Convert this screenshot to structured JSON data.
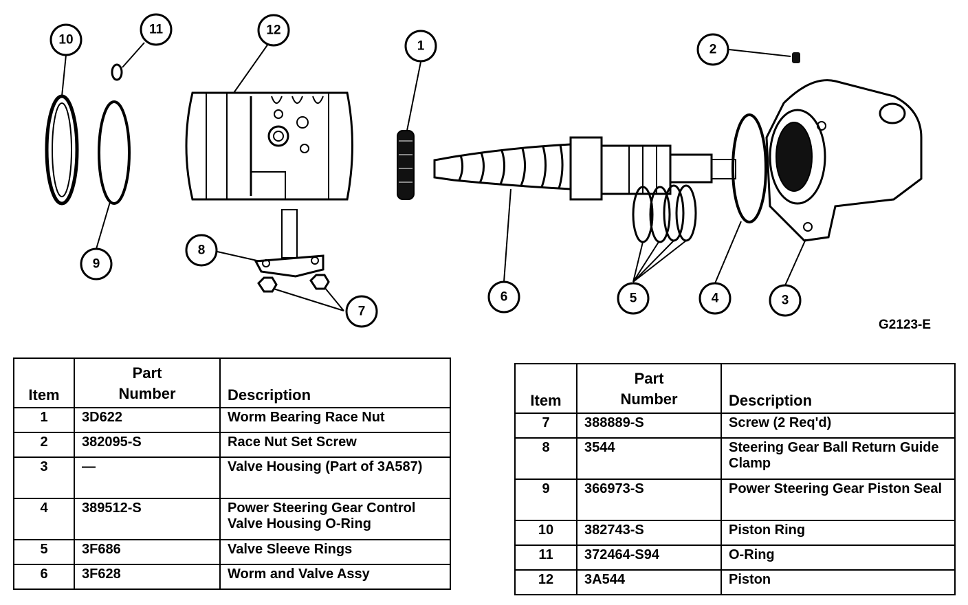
{
  "figure_code": "G2123-E",
  "callouts": [
    "1",
    "2",
    "3",
    "4",
    "5",
    "6",
    "7",
    "8",
    "9",
    "10",
    "11",
    "12"
  ],
  "table_headers": {
    "item": "Item",
    "part_number_line1": "Part",
    "part_number_line2": "Number",
    "description": "Description"
  },
  "left_table": [
    {
      "item": "1",
      "part": "3D622",
      "desc": "Worm Bearing Race Nut"
    },
    {
      "item": "2",
      "part": "382095-S",
      "desc": "Race Nut Set Screw"
    },
    {
      "item": "3",
      "part": "—",
      "desc": "Valve Housing (Part of 3A587)"
    },
    {
      "item": "4",
      "part": "389512-S",
      "desc": "Power Steering Gear Control Valve Housing O-Ring"
    },
    {
      "item": "5",
      "part": "3F686",
      "desc": "Valve Sleeve Rings"
    },
    {
      "item": "6",
      "part": "3F628",
      "desc": "Worm and Valve Assy"
    }
  ],
  "right_table": [
    {
      "item": "7",
      "part": "388889-S",
      "desc": "Screw (2 Req'd)"
    },
    {
      "item": "8",
      "part": "3544",
      "desc": "Steering Gear Ball Return Guide Clamp"
    },
    {
      "item": "9",
      "part": "366973-S",
      "desc": "Power Steering Gear Piston Seal"
    },
    {
      "item": "10",
      "part": "382743-S",
      "desc": "Piston Ring"
    },
    {
      "item": "11",
      "part": "372464-S94",
      "desc": "O-Ring"
    },
    {
      "item": "12",
      "part": "3A544",
      "desc": "Piston"
    }
  ]
}
